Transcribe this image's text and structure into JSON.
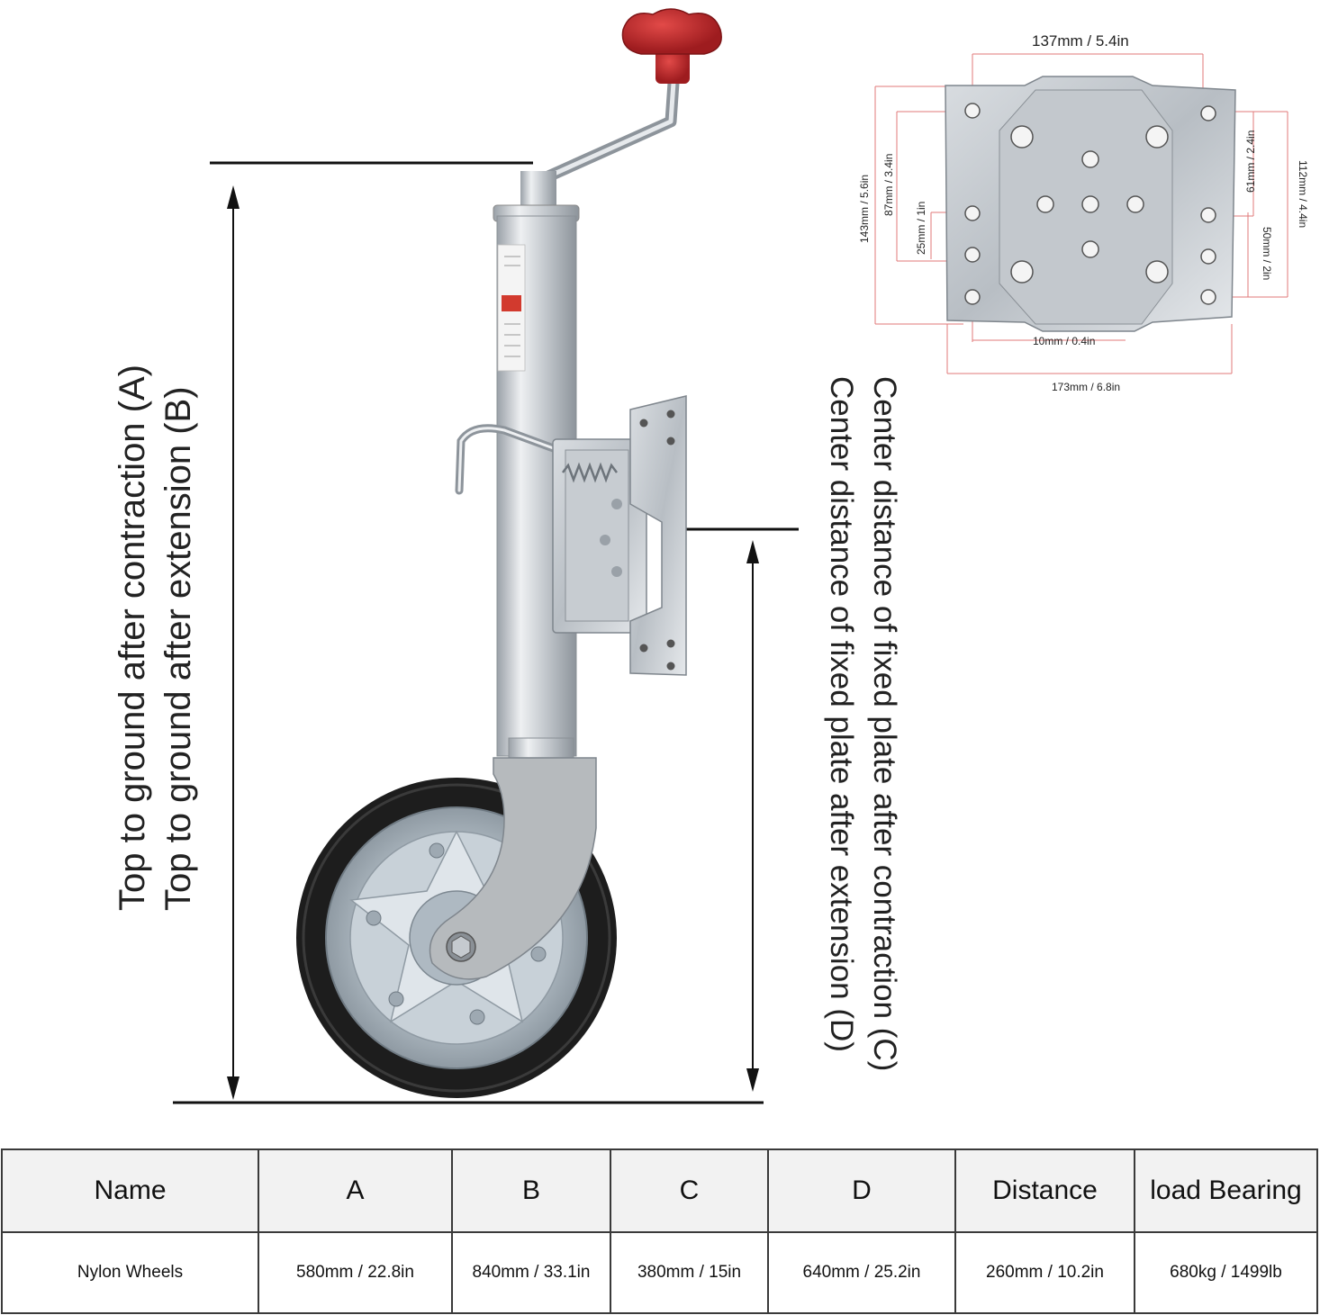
{
  "labels": {
    "a_label": "Top to ground after contraction (A)",
    "b_label": "Top to ground after extension (B)",
    "c_label": "Center distance of fixed plate after contraction (C)",
    "d_label": "Center distance of fixed plate after extension (D)"
  },
  "plate_dimensions": {
    "top_width": "137mm / 5.4in",
    "bottom_width": "173mm / 6.8in",
    "hole_offset": "10mm / 0.4in",
    "left_outer": "143mm / 5.6in",
    "left_mid": "87mm / 3.4in",
    "left_inner": "25mm / 1in",
    "right_top": "61mm / 2.4in",
    "right_inner": "50mm / 2in",
    "right_outer": "112mm / 4.4in"
  },
  "table": {
    "headers": [
      "Name",
      "A",
      "B",
      "C",
      "D",
      "Distance",
      "load Bearing"
    ],
    "row": [
      "Nylon Wheels",
      "580mm / 22.8in",
      "840mm / 33.1in",
      "380mm / 15in",
      "640mm / 25.2in",
      "260mm / 10.2in",
      "680kg / 1499lb"
    ]
  },
  "colors": {
    "knob": "#c0282a",
    "metal": "#c9cdd2",
    "tire": "#1a1a1a",
    "dim_line_red": "#e07a7a"
  },
  "icons": [
    "jockey-wheel-drawing",
    "mounting-plate-drawing"
  ]
}
